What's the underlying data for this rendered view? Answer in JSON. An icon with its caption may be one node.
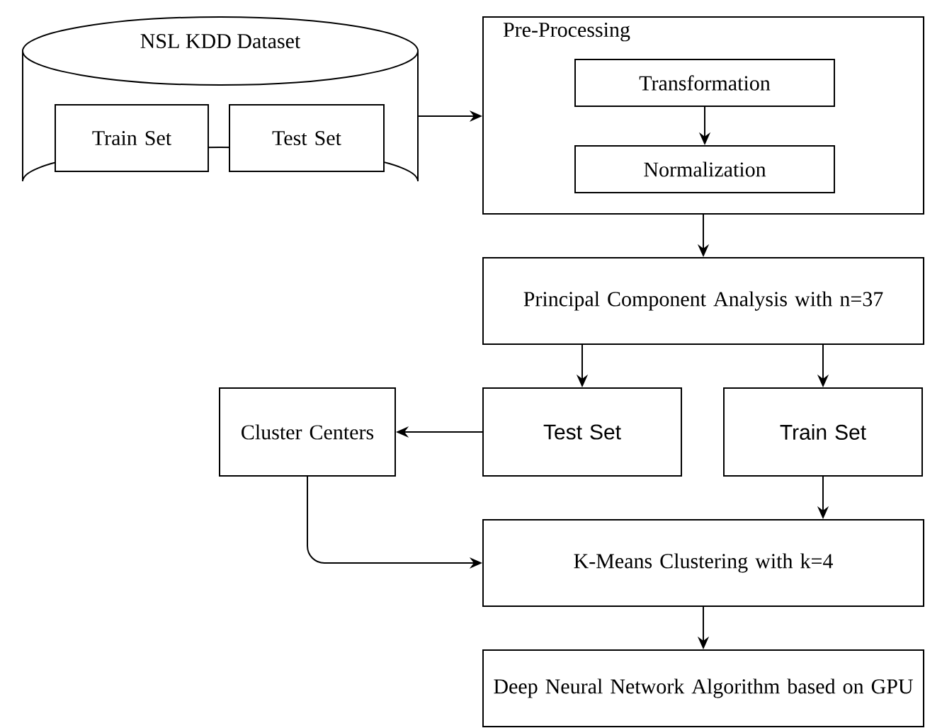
{
  "diagram": {
    "nodes": [
      {
        "text": [
          "NSL KDD Dataset"
        ]
      },
      {
        "text": [
          "Train Set"
        ],
        "in": 0
      },
      {
        "text": [
          "Test Set"
        ],
        "in": 0
      },
      {
        "text": [
          "Pre-Processing"
        ]
      },
      {
        "text": [
          "Transformation"
        ],
        "in": 3
      },
      {
        "text": [
          "Normalization"
        ],
        "in": 3
      },
      {
        "text": [
          "Principal Component Analysis with n=37"
        ]
      },
      {
        "text": [
          "Test Set"
        ]
      },
      {
        "text": [
          "Train Set"
        ]
      },
      {
        "text": [
          "Cluster Centers"
        ]
      },
      {
        "text": [
          "K-Means Clustering with k=4"
        ]
      },
      {
        "text": [
          "Deep Neural Network Algorithm based on GPU"
        ]
      }
    ],
    "edges": [
      {
        "from": 0,
        "to": 3,
        "arrow": "to"
      },
      {
        "from": 4,
        "to": 5,
        "arrow": "to"
      },
      {
        "from": 3,
        "to": 6,
        "arrow": "to"
      },
      {
        "from": 6,
        "to": 7,
        "arrow": "to"
      },
      {
        "from": 6,
        "to": 8,
        "arrow": "to"
      },
      {
        "from": 7,
        "to": 9,
        "arrow": "to"
      },
      {
        "from": 8,
        "to": 10,
        "arrow": "to"
      },
      {
        "from": 9,
        "to": 10,
        "arrow": "to"
      },
      {
        "from": 10,
        "to": 11,
        "arrow": "to"
      }
    ]
  }
}
